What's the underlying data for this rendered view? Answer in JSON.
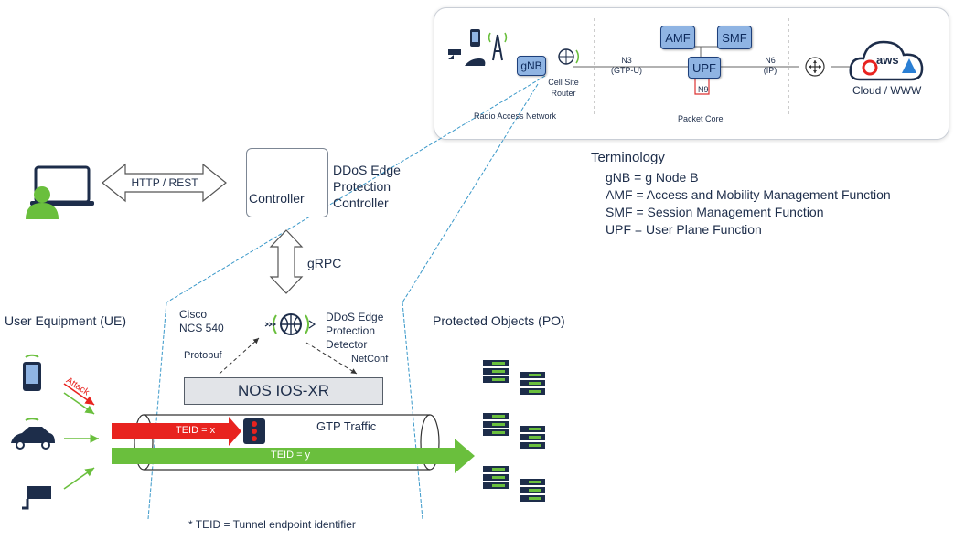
{
  "packet_core_panel": {
    "nodes": {
      "amf": "AMF",
      "smf": "SMF",
      "upf": "UPF",
      "gnb": "gNB"
    },
    "cell_site_router": "Cell Site Router",
    "interfaces": {
      "n3": "N3",
      "n3_sub": "(GTP-U)",
      "n6": "N6",
      "n6_sub": "(IP)",
      "n9": "N9"
    },
    "section_labels": {
      "ran": "Radio Access Network",
      "core": "Packet Core"
    },
    "cloud_label": "Cloud / WWW",
    "aws_text": "aws"
  },
  "terminology": {
    "heading": "Terminology",
    "items": [
      "gNB = g Node B",
      "AMF = Access and Mobility Management Function",
      "SMF = Session Management Function",
      "UPF = User Plane Function"
    ]
  },
  "controller": {
    "box_label": "Controller",
    "side_label_lines": [
      "DDoS Edge",
      "Protection",
      "Controller"
    ],
    "http_label": "HTTP / REST",
    "grpc_label": "gRPC"
  },
  "router": {
    "name_lines": [
      "Cisco",
      "NCS 540"
    ],
    "detector_lines": [
      "DDoS Edge",
      "Protection",
      "Detector"
    ],
    "protobuf": "Protobuf",
    "netconf": "NetConf",
    "os_label": "NOS IOS-XR",
    "gtp_label": "GTP Traffic"
  },
  "traffic": {
    "attack_label": "Attack",
    "blocked_teid": "TEID = x",
    "allowed_teid": "TEID = y",
    "footnote": "* TEID = Tunnel endpoint identifier"
  },
  "sections": {
    "ue": "User Equipment (UE)",
    "po": "Protected Objects (PO)"
  },
  "colors": {
    "node_fill": "#8fb4e3",
    "attack_red": "#e8231f",
    "allowed_green": "#6abf3d",
    "text_navy": "#1d2d4a",
    "link_cyan": "#3a98c9"
  }
}
